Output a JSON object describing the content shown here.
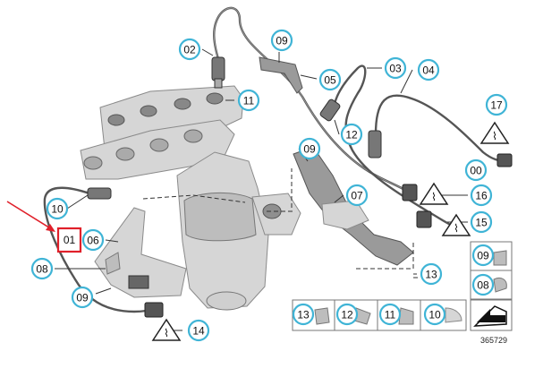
{
  "diagram": {
    "figure_number": "365729",
    "highlighted_label": "01",
    "callouts": [
      "02",
      "09",
      "05",
      "03",
      "04",
      "11",
      "17",
      "12",
      "09",
      "00",
      "07",
      "16",
      "15",
      "13",
      "10",
      "06",
      "08",
      "09",
      "14",
      "09",
      "08",
      "13",
      "12",
      "11",
      "10"
    ],
    "warning_labels": [
      "17",
      "16",
      "15",
      "14"
    ]
  },
  "colors": {
    "callout_ring": "#3fb4d6",
    "highlight_box": "#e0202a",
    "arrow": "#e0202a",
    "part_gray": "#c8c8c8"
  },
  "icons": [
    "warning-triangle-icon",
    "wiring-connector-icon",
    "arrow-indicator-icon"
  ]
}
